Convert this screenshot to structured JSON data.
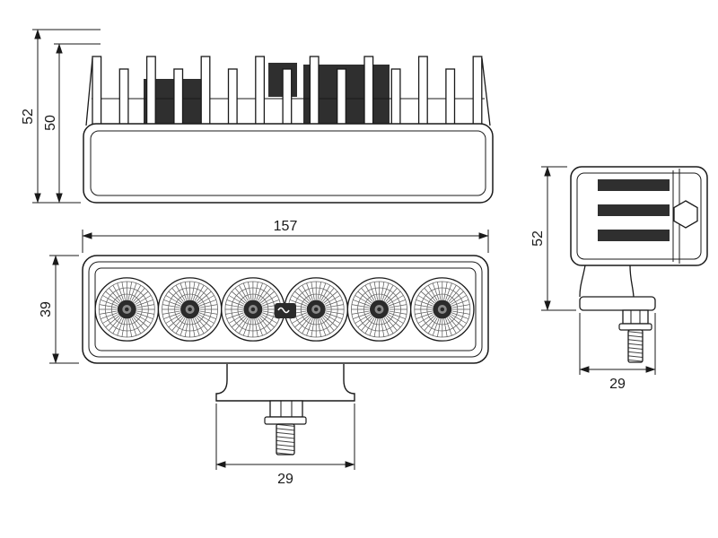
{
  "drawing": {
    "kind": "dimensioned-technical-drawing",
    "subject": "LED work lamp - three orthographic views",
    "colors": {
      "line": "#1a1a1a",
      "recess_fill": "#2f2f2f",
      "background": "#ffffff"
    },
    "views": {
      "rear": {
        "name": "rear-view-heatsink",
        "fin_count": 15,
        "dims": {
          "overall_height": "52",
          "housing_height": "50"
        }
      },
      "front": {
        "name": "front-view-leds",
        "led_count": 6,
        "dims": {
          "overall_width": "157",
          "body_height": "39",
          "bracket_width": "29"
        }
      },
      "side": {
        "name": "side-view",
        "slat_count": 3,
        "dims": {
          "overall_height": "52",
          "bracket_depth": "29"
        }
      }
    }
  }
}
